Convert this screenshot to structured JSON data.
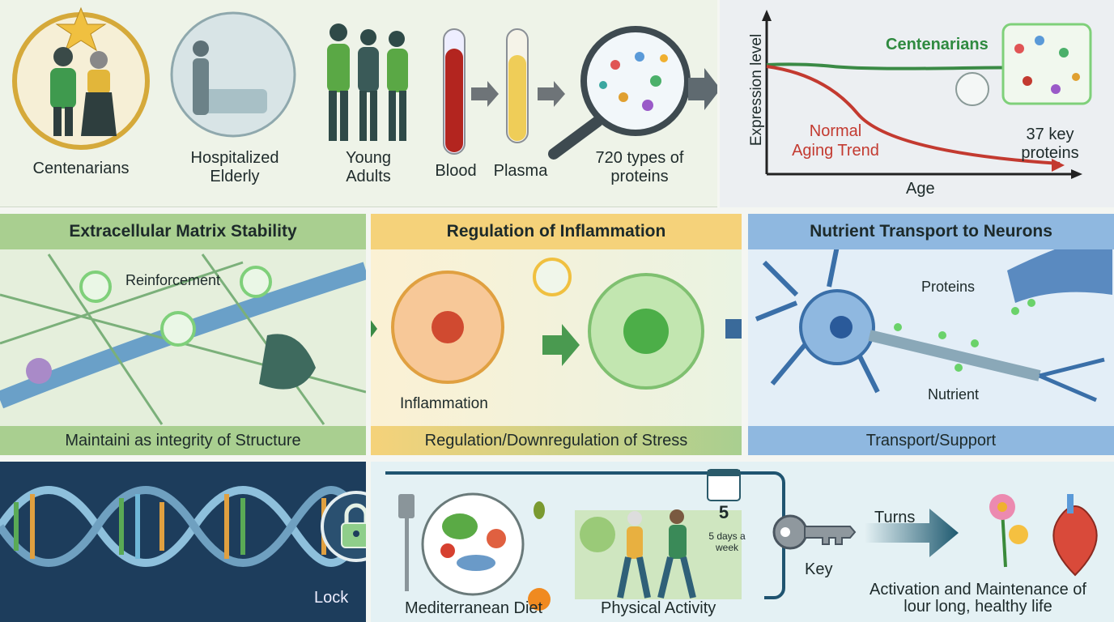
{
  "cohort": {
    "centenarians": "Centenarians",
    "hospitalized": "Hospitalized Elderly",
    "young": "Young Adults",
    "blood": "Blood",
    "plasma": "Plasma",
    "proteins": "720 types of proteins"
  },
  "chart": {
    "ylabel": "Expression level",
    "xlabel": "Age",
    "centenarians": "Centenarians",
    "normal": "Normal Aging Trend",
    "key_proteins": "37 key proteins"
  },
  "mechanisms": [
    {
      "title": "Extracellular Matrix Stability",
      "note": "Reinforcement",
      "footer": "Maintaini as integrity of Structure"
    },
    {
      "title": "Regulation of Inflammation",
      "note": "Inflammation",
      "footer": "Regulation/Downregulation of Stress"
    },
    {
      "title": "Nutrient Transport to Neurons",
      "note": "Proteins",
      "note2": "Nutrient",
      "footer": "Transport/Support"
    }
  ],
  "bottom": {
    "lock": "Lock",
    "diet": "Mediterranean Diet",
    "activity": "Physical Activity",
    "calendar_num": "5",
    "calendar_text": "5 days a week",
    "key": "Key",
    "turns": "Turns",
    "result": "Activation and Maintenance of lour long, healthy life"
  }
}
